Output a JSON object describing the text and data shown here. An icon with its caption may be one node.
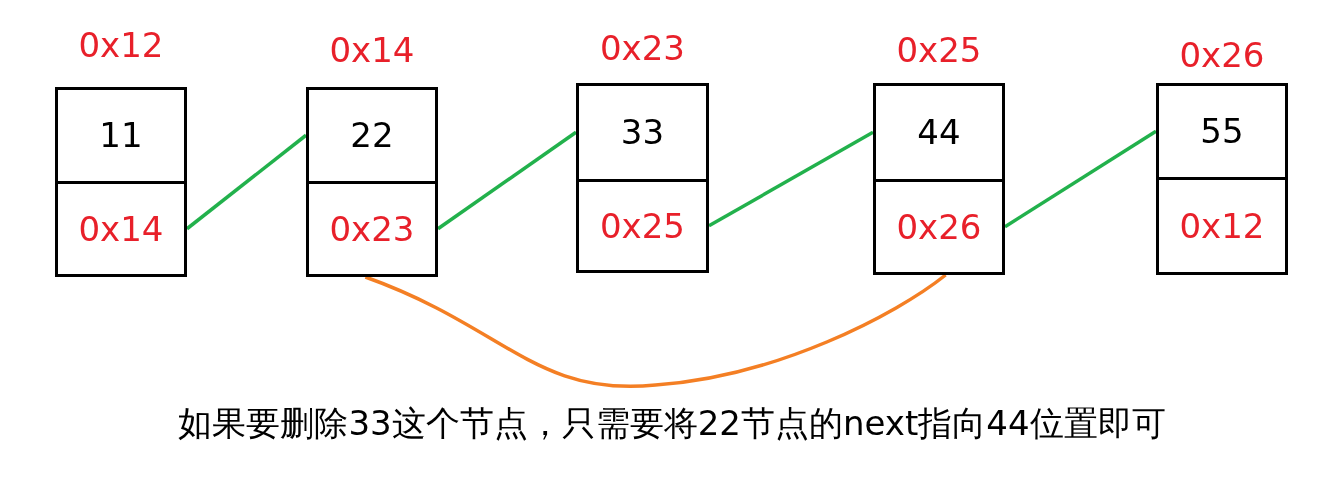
{
  "diagram": {
    "nodes": [
      {
        "text": [
          "0x12"
        ]
      },
      {
        "text": [
          "11"
        ],
        "in": 0
      },
      {
        "text": [
          "0x14"
        ],
        "in": 0
      },
      {
        "text": [
          "0x14"
        ]
      },
      {
        "text": [
          "22"
        ],
        "in": 3
      },
      {
        "text": [
          "0x23"
        ],
        "in": 3
      },
      {
        "text": [
          "0x23"
        ]
      },
      {
        "text": [
          "33"
        ],
        "in": 6
      },
      {
        "text": [
          "0x25"
        ],
        "in": 6
      },
      {
        "text": [
          "0x25"
        ]
      },
      {
        "text": [
          "44"
        ],
        "in": 9
      },
      {
        "text": [
          "0x26"
        ],
        "in": 9
      },
      {
        "text": [
          "0x26"
        ]
      },
      {
        "text": [
          "55"
        ],
        "in": 12
      },
      {
        "text": [
          "0x12"
        ],
        "in": 12
      }
    ],
    "edges": [
      {
        "from": 2,
        "to": 4,
        "arrow": "none"
      },
      {
        "from": 5,
        "to": 7,
        "arrow": "none"
      },
      {
        "from": 8,
        "to": 10,
        "arrow": "none"
      },
      {
        "from": 11,
        "to": 13,
        "arrow": "none"
      },
      {
        "from": 5,
        "to": 11,
        "arrow": "none",
        "color": "#f47f24"
      }
    ],
    "caption": "如果要删除33这个节点，只需要将22节点的next指向44位置即可"
  }
}
